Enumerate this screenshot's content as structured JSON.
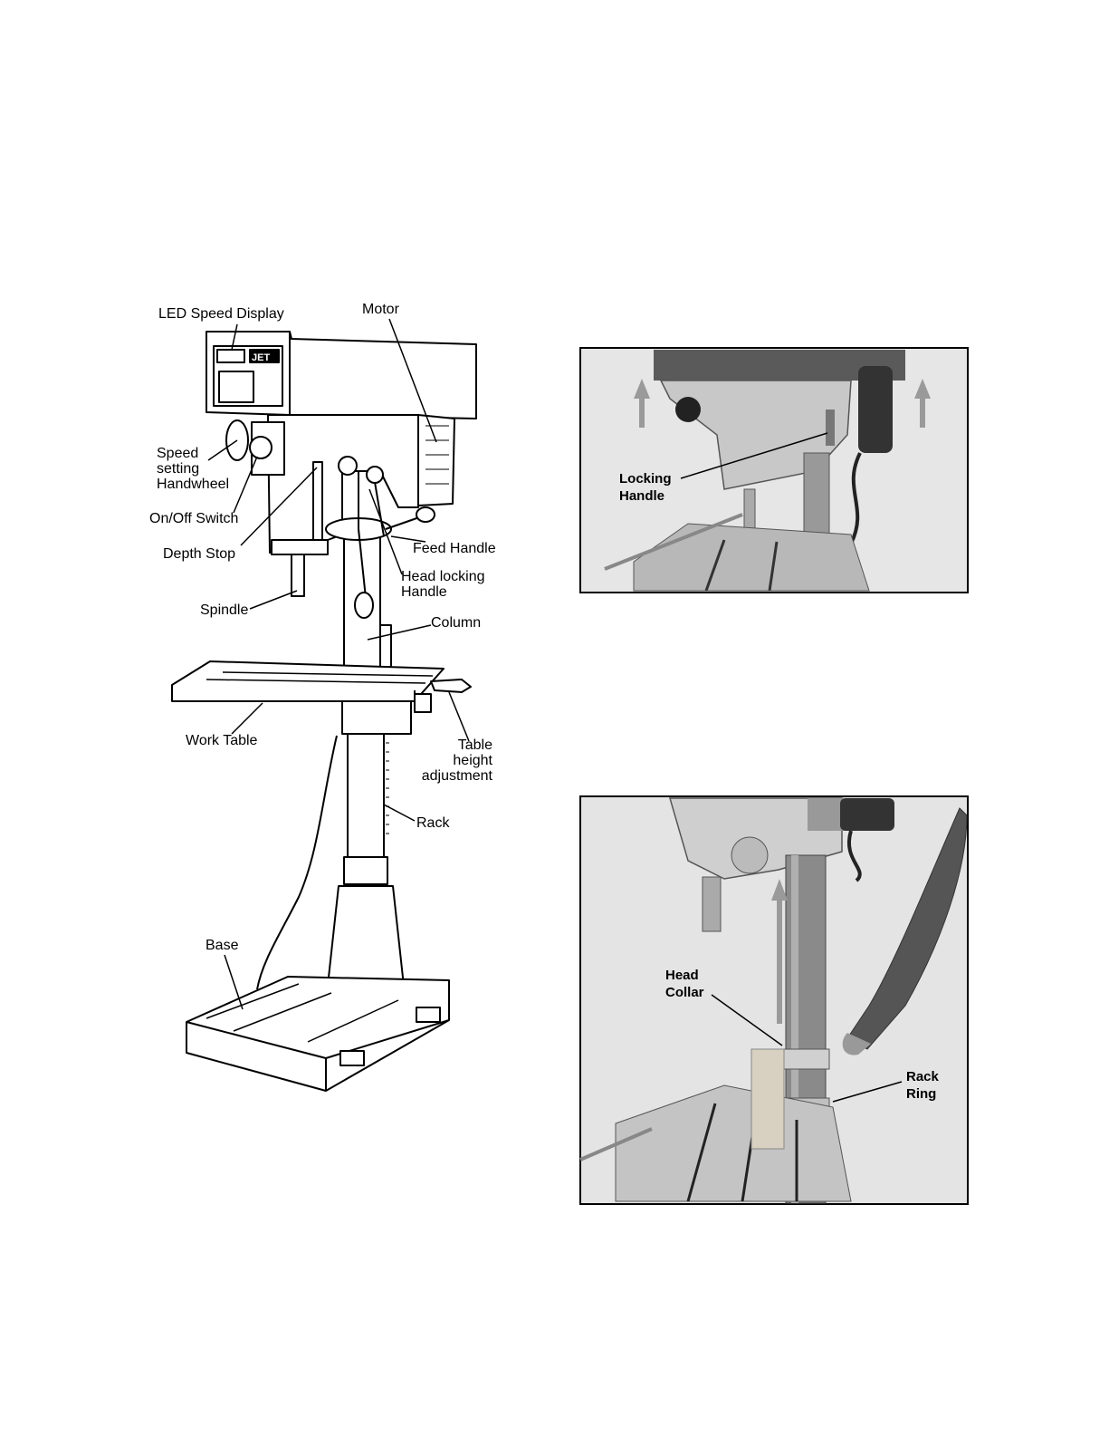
{
  "diagram": {
    "labels": {
      "led_speed_display": "LED Speed Display",
      "motor": "Motor",
      "speed_setting_1": "Speed",
      "speed_setting_2": "setting",
      "speed_setting_3": "Handwheel",
      "on_off_switch": "On/Off Switch",
      "depth_stop": "Depth Stop",
      "feed_handle": "Feed Handle",
      "head_locking_1": "Head locking",
      "head_locking_2": "Handle",
      "spindle": "Spindle",
      "column": "Column",
      "work_table": "Work Table",
      "table_height_1": "Table",
      "table_height_2": "height",
      "table_height_3": "adjustment",
      "rack": "Rack",
      "base": "Base"
    },
    "brand": "JET"
  },
  "photo_top": {
    "label_1": "Locking",
    "label_2": "Handle"
  },
  "photo_bottom": {
    "head_collar_1": "Head",
    "head_collar_2": "Collar",
    "rack_ring_1": "Rack",
    "rack_ring_2": "Ring"
  }
}
